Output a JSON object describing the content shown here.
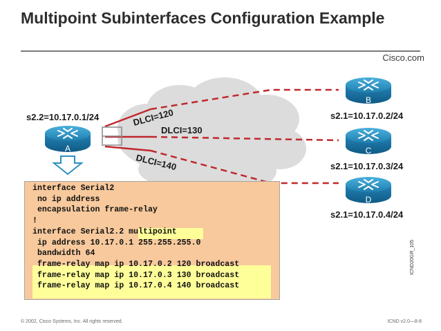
{
  "slide": {
    "title": "Multipoint Subinterfaces Configuration Example",
    "brand": "Cisco.com",
    "copyright": "© 2002, Cisco Systems, Inc. All rights reserved.",
    "slide_number": "ICND v2.0—8-8",
    "vertical_code": "ICND20GR_105"
  },
  "routers": {
    "a": {
      "letter": "A",
      "address": "s2.2=10.17.0.1/24"
    },
    "b": {
      "letter": "B",
      "address": "s2.1=10.17.0.2/24"
    },
    "c": {
      "letter": "C",
      "address": "s2.1=10.17.0.3/24"
    },
    "d": {
      "letter": "D",
      "address": "s2.1=10.17.0.4/24"
    }
  },
  "dlci": {
    "b": "DLCI=120",
    "c": "DLCI=130",
    "d": "DLCI=140"
  },
  "config": {
    "lines": [
      "interface Serial2",
      " no ip address",
      " encapsulation frame-relay",
      "!",
      "interface Serial2.2 multipoint",
      " ip address 10.17.0.1 255.255.255.0",
      " bandwidth 64",
      " frame-relay map ip 10.17.0.2 120 broadcast",
      " frame-relay map ip 10.17.0.3 130 broadcast",
      " frame-relay map ip 10.17.0.4 140 broadcast"
    ]
  },
  "colors": {
    "router": "#2c8fbe",
    "cloud": "#dcdcdc",
    "pvc": "#c0282d",
    "config_background": "#f7c99c",
    "highlight": "#ffff9a"
  }
}
